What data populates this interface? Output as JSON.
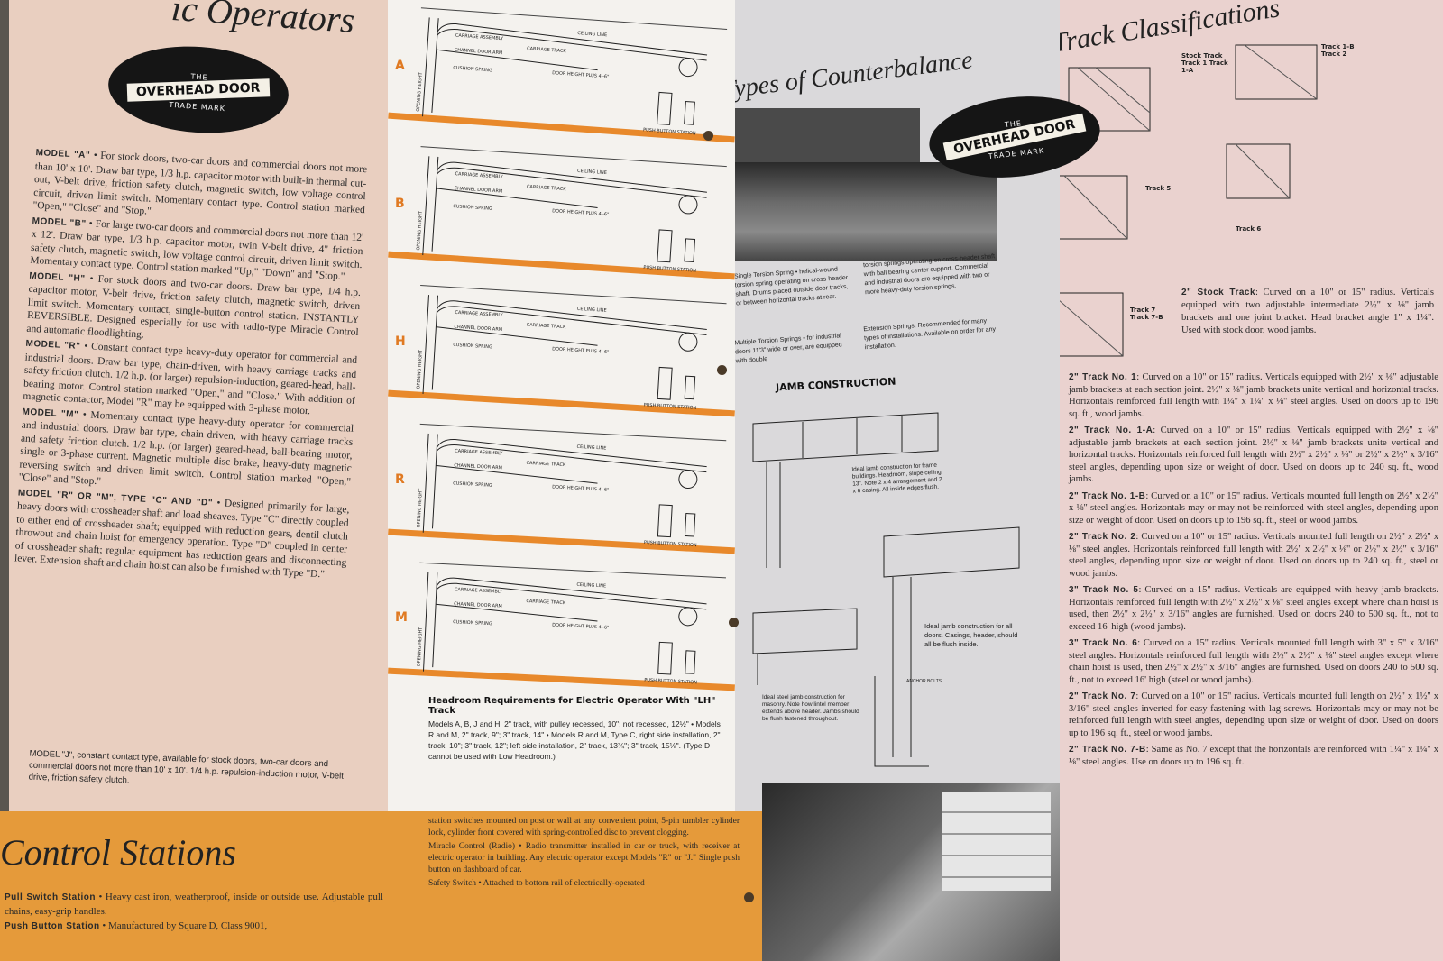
{
  "left_page": {
    "title": "ic Operators",
    "logo": {
      "text": "OVERHEAD DOOR",
      "the": "THE",
      "trademark": "TRADE MARK"
    },
    "models": [
      {
        "name": "MODEL \"A\"",
        "text": "For stock doors, two-car doors and commercial doors not more than 10' x 10'. Draw bar type, 1/3 h.p. capacitor motor with built-in thermal cut-out, V-belt drive, friction safety clutch, magnetic switch, low voltage control circuit, driven limit switch. Momentary contact type. Control station marked \"Open,\" \"Close\" and \"Stop.\""
      },
      {
        "name": "MODEL \"B\"",
        "text": "For large two-car doors and commercial doors not more than 12' x 12'. Draw bar type, 1/3 h.p. capacitor motor, twin V-belt drive, 4\" friction safety clutch, magnetic switch, low voltage control circuit, driven limit switch. Momentary contact type. Control station marked \"Up,\" \"Down\" and \"Stop.\""
      },
      {
        "name": "MODEL \"H\"",
        "text": "For stock doors and two-car doors. Draw bar type, 1/4 h.p. capacitor motor, V-belt drive, friction safety clutch, magnetic switch, driven limit switch. Momentary contact, single-button control station. INSTANTLY REVERSIBLE. Designed especially for use with radio-type Miracle Control and automatic floodlighting."
      },
      {
        "name": "MODEL \"R\"",
        "text": "Constant contact type heavy-duty operator for commercial and industrial doors. Draw bar type, chain-driven, with heavy carriage tracks and safety friction clutch. 1/2 h.p. (or larger) repulsion-induction, geared-head, ball-bearing motor. Control station marked \"Open,\" and \"Close.\" With addition of magnetic contactor, Model \"R\" may be equipped with 3-phase motor."
      },
      {
        "name": "MODEL \"M\"",
        "text": "Momentary contact type heavy-duty operator for commercial and industrial doors. Draw bar type, chain-driven, with heavy carriage tracks and safety friction clutch. 1/2 h.p. (or larger) geared-head, ball-bearing motor, single or 3-phase current. Magnetic multiple disc brake, heavy-duty magnetic reversing switch and driven limit switch. Control station marked \"Open,\" \"Close\" and \"Stop.\""
      },
      {
        "name": "MODEL \"R\" OR \"M\", TYPE \"C\" AND \"D\"",
        "text": "Designed primarily for large, heavy doors with crossheader shaft and load sheaves. Type \"C\" directly coupled to either end of crossheader shaft; equipped with reduction gears, dentil clutch throwout and chain hoist for emergency operation. Type \"D\" coupled in center of crossheader shaft; regular equipment has reduction gears and disconnecting lever. Extension shaft and chain hoist can also be furnished with Type \"D.\""
      }
    ],
    "model_j": "MODEL \"J\", constant contact type, available for stock doors, two-car doors and commercial doors not more than 10' x 10'. 1/4 h.p. repulsion-induction motor, V-belt drive, friction safety clutch.",
    "control_title": "Control Stations",
    "control_items": [
      {
        "name": "Pull Switch Station",
        "text": "Heavy cast iron, weatherproof, inside or outside use. Adjustable pull chains, easy-grip handles."
      },
      {
        "name": "Push Button Station",
        "text": "Manufactured by Square D, Class 9001,"
      }
    ]
  },
  "diagram_page": {
    "letters": [
      "A",
      "B",
      "H",
      "R",
      "M"
    ],
    "labels": {
      "carriage": "CARRIAGE ASSEMBLY",
      "track": "CARRIAGE TRACK",
      "arm": "CHANNEL DOOR ARM",
      "spring": "CUSHION SPRING",
      "ceiling": "CEILING LINE",
      "opening": "OPENING HEIGHT",
      "push": "PUSH BUTTON STATION",
      "plus": "DOOR HEIGHT PLUS 4'-6\""
    },
    "headroom_title": "Headroom Requirements for Electric Operator With \"LH\" Track",
    "headroom_text": "Models A, B, J and H, 2\" track, with pulley recessed, 10\"; not recessed, 12½\" • Models R and M, 2\" track, 9\"; 3\" track, 14\" • Models R and M, Type C, right side installation, 2\" track, 10\"; 3\" track, 12\"; left side installation, 2\" track, 13¾\"; 3\" track, 15⅛\". (Type D cannot be used with Low Headroom.)",
    "bottom_text": [
      "station switches mounted on post or wall at any convenient point, 5-pin tumbler cylinder lock, cylinder front covered with spring-controlled disc to prevent clogging.",
      "Miracle Control (Radio) • Radio transmitter installed in car or truck, with receiver at electric operator in building. Any electric operator except Models \"R\" or \"J.\" Single push button on dashboard of car.",
      "Safety Switch • Attached to bottom rail of electrically-operated"
    ]
  },
  "photo_page": {
    "title": "Types of Counterbalance",
    "single_torsion": "Single Torsion Spring • helical-wound torsion spring operating on cross-header shaft. Drums placed outside door tracks, or between horizontal tracks at rear.",
    "multiple_torsion": "Multiple Torsion Springs • for industrial doors 11'3\" wide or over, are equipped with double",
    "torsion_cont": "torsion springs operating on cross-header shaft with ball bearing center support. Commercial and industrial doors are equipped with two or more heavy-duty torsion springs.",
    "extension": "Extension Springs: Recommended for many types of installations. Available on order for any installation.",
    "jamb_title": "JAMB CONSTRUCTION",
    "jamb_frame": "Ideal jamb construction for frame buildings. Headroom, slope ceiling 13\". Note 2 x 4 arrangement and 2 x 6 casing. All inside edges flush.",
    "jamb_all": "Ideal jamb construction for all doors. Casings, header, should all be flush inside.",
    "jamb_steel": "Ideal steel jamb construction for masonry. Note how lintel member extends above header. Jambs should be flush fastened throughout.",
    "anchor": "ANCHOR BOLTS"
  },
  "tracks_page": {
    "title": "Track Classifications",
    "logo": {
      "text": "OVERHEAD DOOR",
      "the": "THE",
      "trademark": "TRADE MARK"
    },
    "diagram_labels": [
      "Stock Track Track 1 Track 1-A",
      "Track 1-B Track 2",
      "Track 5",
      "Track 6",
      "Track 7 Track 7-B"
    ],
    "items": [
      {
        "name": "2\" Stock Track",
        "text": "Curved on a 10\" or 15\" radius. Verticals equipped with two adjustable intermediate 2½\" x ⅛\" jamb brackets and one joint bracket. Head bracket angle 1\" x 1¼\". Used with stock door, wood jambs."
      },
      {
        "name": "2\" Track No. 1",
        "text": "Curved on a 10\" or 15\" radius. Verticals equipped with 2½\" x ⅛\" adjustable jamb brackets at each section joint. 2½\" x ⅛\" jamb brackets unite vertical and horizontal tracks. Horizontals reinforced full length with 1¼\" x 1¼\" x ⅛\" steel angles. Used on doors up to 196 sq. ft., wood jambs."
      },
      {
        "name": "2\" Track No. 1-A",
        "text": "Curved on a 10\" or 15\" radius. Verticals equipped with 2½\" x ⅛\" adjustable jamb brackets at each section joint. 2½\" x ⅛\" jamb brackets unite vertical and horizontal tracks. Horizontals reinforced full length with 2½\" x 2½\" x ⅛\" or 2½\" x 2½\" x 3/16\" steel angles, depending upon size or weight of door. Used on doors up to 240 sq. ft., wood jambs."
      },
      {
        "name": "2\" Track No. 1-B",
        "text": "Curved on a 10\" or 15\" radius. Verticals mounted full length on 2½\" x 2½\" x ⅛\" steel angles. Horizontals may or may not be reinforced with steel angles, depending upon size or weight of door. Used on doors up to 196 sq. ft., steel or wood jambs."
      },
      {
        "name": "2\" Track No. 2",
        "text": "Curved on a 10\" or 15\" radius. Verticals mounted full length on 2½\" x 2½\" x ⅛\" steel angles. Horizontals reinforced full length with 2½\" x 2½\" x ⅛\" or 2½\" x 2½\" x 3/16\" steel angles, depending upon size or weight of door. Used on doors up to 240 sq. ft., steel or wood jambs."
      },
      {
        "name": "3\" Track No. 5",
        "text": "Curved on a 15\" radius. Verticals are equipped with heavy jamb brackets. Horizontals reinforced full length with 2½\" x 2½\" x ⅛\" steel angles except where chain hoist is used, then 2½\" x 2½\" x 3/16\" angles are furnished. Used on doors 240 to 500 sq. ft., not to exceed 16' high (wood jambs)."
      },
      {
        "name": "3\" Track No. 6",
        "text": "Curved on a 15\" radius. Verticals mounted full length with 3\" x 5\" x 3/16\" steel angles. Horizontals reinforced full length with 2½\" x 2½\" x ⅛\" steel angles except where chain hoist is used, then 2½\" x 2½\" x 3/16\" angles are furnished. Used on doors 240 to 500 sq. ft., not to exceed 16' high (steel or wood jambs)."
      },
      {
        "name": "2\" Track No. 7",
        "text": "Curved on a 10\" or 15\" radius. Verticals mounted full length on 2½\" x 1½\" x 3/16\" steel angles inverted for easy fastening with lag screws. Horizontals may or may not be reinforced full length with steel angles, depending upon size or weight of door. Used on doors up to 196 sq. ft., steel or wood jambs."
      },
      {
        "name": "2\" Track No. 7-B",
        "text": "Same as No. 7 except that the horizontals are reinforced with 1¼\" x 1¼\" x ⅛\" steel angles. Use on doors up to 196 sq. ft."
      }
    ]
  },
  "colors": {
    "accent_orange": "#e8892b",
    "left_paper": "#e9cfc0",
    "right_paper": "#ead2cf"
  }
}
